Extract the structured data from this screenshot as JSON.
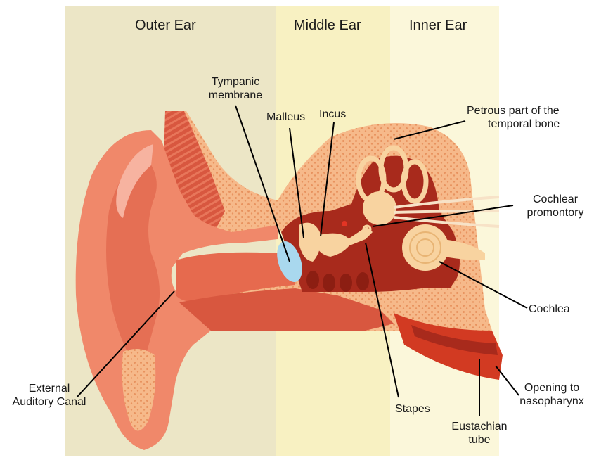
{
  "regions": {
    "outer_ear": "Outer Ear",
    "middle_ear": "Middle Ear",
    "inner_ear": "Inner Ear"
  },
  "labels": {
    "tympanic_line1": "Tympanic",
    "tympanic_line2": "membrane",
    "malleus": "Malleus",
    "incus": "Incus",
    "petrous_line1": "Petrous part of the",
    "petrous_line2": "temporal bone",
    "cochlear_prom_line1": "Cochlear",
    "cochlear_prom_line2": "promontory",
    "cochlea": "Cochlea",
    "opening_line1": "Opening to",
    "opening_line2": "nasopharynx",
    "eustachian_line1": "Eustachian",
    "eustachian_line2": "tube",
    "stapes": "Stapes",
    "external_line1": "External",
    "external_line2": "Auditory Canal"
  },
  "colors": {
    "outer_band": "#ece6c6",
    "middle_band": "#f8f1c2",
    "inner_band": "#fbf7da",
    "skin": "#f0886a",
    "skin_dark": "#d8573f",
    "bone": "#f6b98a",
    "bone_dot": "#e8935f",
    "cavity": "#a82a1c",
    "ossicle": "#f8d3a0",
    "tympanic": "#a9d8ee",
    "tube": "#d23a22"
  }
}
